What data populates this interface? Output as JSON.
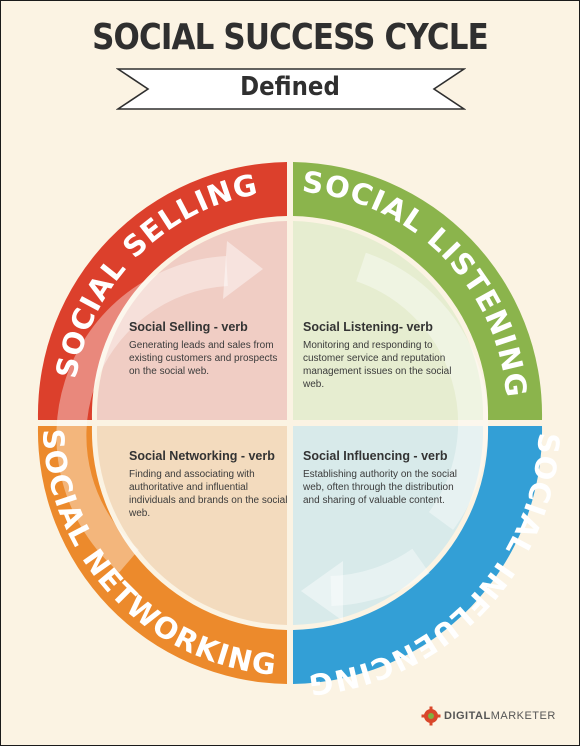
{
  "title": "SOCIAL SUCCESS CYCLE",
  "subtitle": "Defined",
  "colors": {
    "selling": "#dc402c",
    "listening": "#8bb44c",
    "influencing": "#339fd6",
    "networking": "#ec8a2c",
    "background": "#fbf3e3"
  },
  "quadrants": {
    "selling": {
      "ring_label": "SOCIAL SELLING",
      "term": "Social Selling - verb",
      "definition": "Generating leads and sales from existing customers and prospects on the social web."
    },
    "listening": {
      "ring_label": "SOCIAL LISTENING",
      "term": "Social Listening- verb",
      "definition": "Monitoring and responding to customer service and reputation management issues on the social web."
    },
    "networking": {
      "ring_label": "SOCIAL NETWORKING",
      "term": "Social Networking - verb",
      "definition": "Finding and associating with authoritative and influential individuals and brands on the social web."
    },
    "influencing": {
      "ring_label": "SOCIAL INFLUENCING",
      "term": "Social Influencing - verb",
      "definition": "Establishing authority on the social web, often through the distribution and sharing of valuable content."
    }
  },
  "logo": {
    "bold": "DIGITAL",
    "regular": "MARKETER"
  }
}
